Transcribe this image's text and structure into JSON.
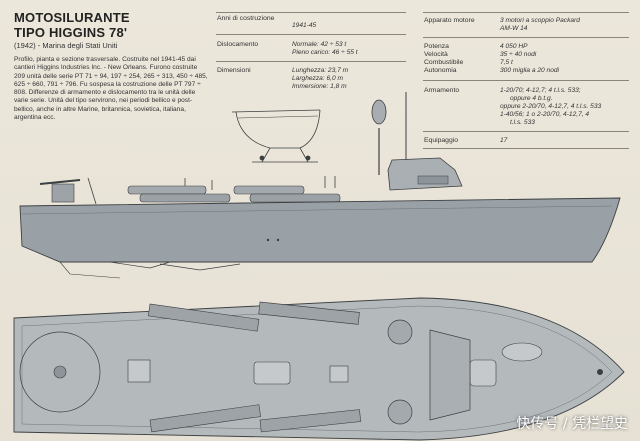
{
  "title_line1": "MOTOSILURANTE",
  "title_line2": "TIPO HIGGINS 78'",
  "subtitle": "(1942) - Marina degli Stati Uniti",
  "description": "Profilo, pianta e sezione trasversale. Costruite nel 1941-45 dai cantieri Higgins Industries Inc. - New Orleans. Furono costruite 209 unità delle serie PT 71 ÷ 94, 197 ÷ 254, 265 ÷ 313, 450 ÷ 485, 625 ÷ 660, 791 ÷ 796. Fu sospesa la costruzione delle PT 797 ÷ 808. Differenze di armamento e dislocamento tra le unità delle varie serie. Unità del tipo servirono, nei periodi bellico e post-bellico, anche in altre Marine, britannica, sovietica, italiana, argentina ecc.",
  "specs_left": {
    "anni_label": "Anni di costruzione",
    "anni_value": "1941-45",
    "disloc_label": "Dislocamento",
    "disloc_value1": "Normale: 42 ÷ 53 t",
    "disloc_value2": "Pieno carico: 46 ÷ 55 t",
    "dim_label": "Dimensioni",
    "dim_value1": "Lunghezza: 23,7 m",
    "dim_value2": "Larghezza: 6,0 m",
    "dim_value3": "Immersione: 1,8 m"
  },
  "specs_right": {
    "motore_label": "Apparato motore",
    "motore_value1": "3 motori a scoppio Packard",
    "motore_value2": "AM-W 14",
    "potenza_label": "Potenza",
    "potenza_value": "4 050 HP",
    "velocita_label": "Velocità",
    "velocita_value": "35 ÷ 40 nodi",
    "combustibile_label": "Combustibile",
    "combustibile_value": "7,5 t",
    "autonomia_label": "Autonomia",
    "autonomia_value": "300 miglia a 20 nodi",
    "armamento_label": "Armamento",
    "armamento_value1": "1-20/70; 4-12,7; 4 t.l.s. 533;",
    "armamento_value2": "oppure 4 b.t.g.",
    "armamento_value3": "oppure 2-20/70, 4-12,7, 4 t.l.s. 533",
    "armamento_value4": "1-40/56; 1 o 2-20/70, 4-12,7, 4",
    "armamento_value5": "t.l.s. 533",
    "equipaggio_label": "Equipaggio",
    "equipaggio_value": "17"
  },
  "watermark": "快传号 / 凭栏望史",
  "colors": {
    "hull": "#9aa1a6",
    "deck": "#b6bbbe",
    "line": "#3c3f42",
    "paper": "#ebe6da"
  }
}
